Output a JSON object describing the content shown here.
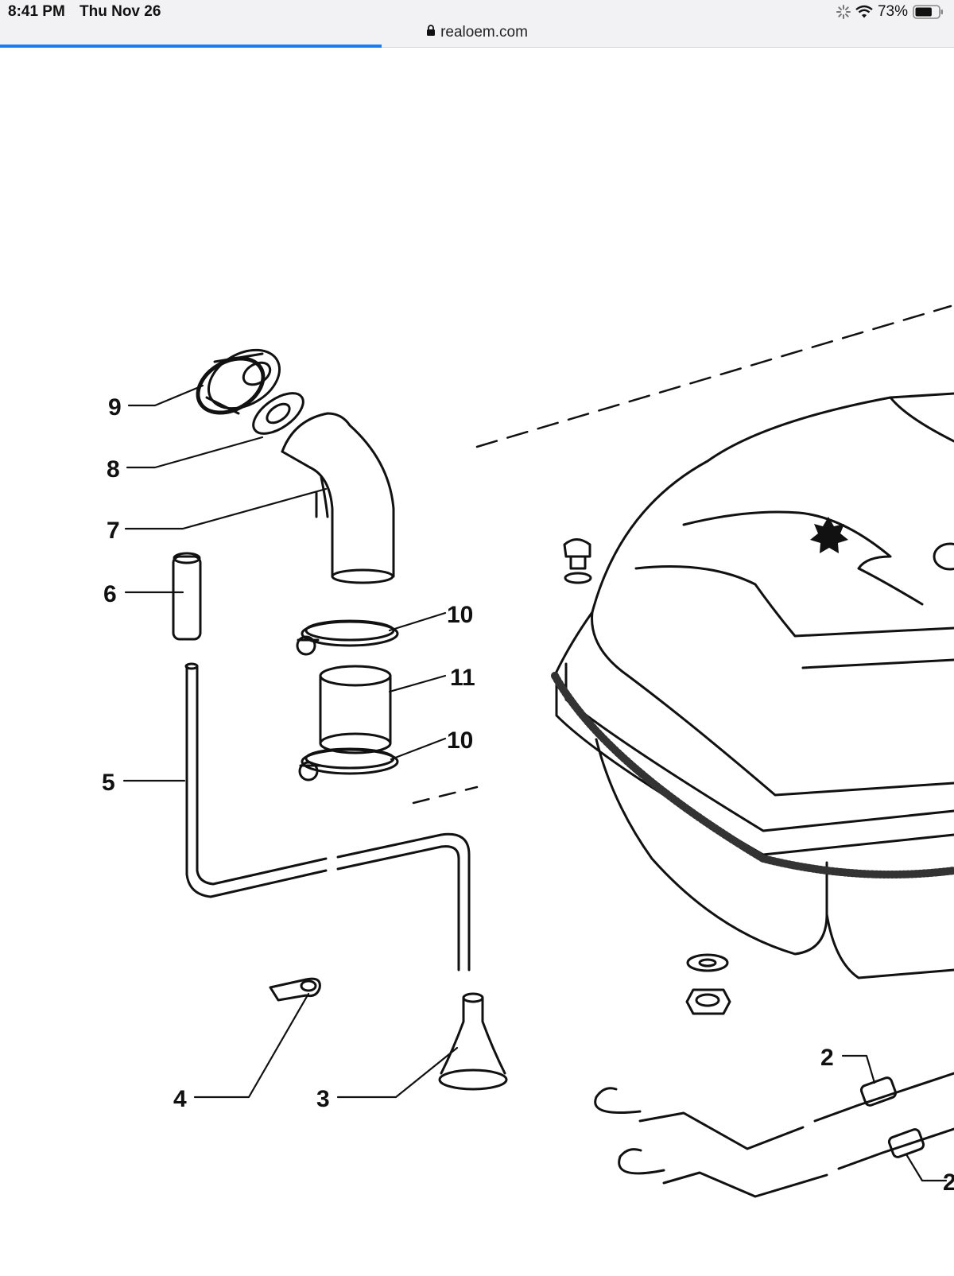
{
  "status_bar": {
    "time": "8:41 PM",
    "date": "Thu Nov 26",
    "battery_percent": "73%",
    "battery_level": 0.73,
    "icons": [
      "loading-icon",
      "wifi-icon",
      "battery-icon"
    ]
  },
  "browser": {
    "url": "realoem.com",
    "secure_icon": "lock-icon",
    "load_progress": 0.4,
    "accent": "#1a7cf5"
  },
  "diagram": {
    "callouts": {
      "c9": "9",
      "c8": "8",
      "c7": "7",
      "c6": "6",
      "c5": "5",
      "c4": "4",
      "c3": "3",
      "c2a": "2",
      "c2b": "2",
      "c10a": "10",
      "c10b": "10",
      "c11": "11"
    }
  }
}
